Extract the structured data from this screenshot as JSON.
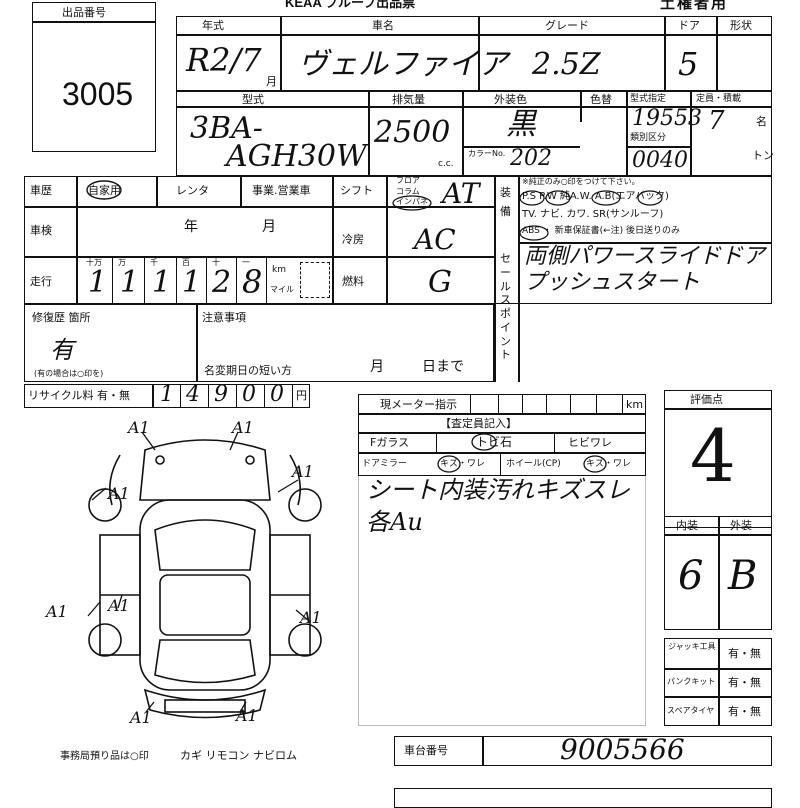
{
  "header": {
    "title": "KEAA ブループ出品票",
    "owner_label": "土権者用"
  },
  "lot": {
    "label": "出品番号",
    "number": "3005"
  },
  "vehicle": {
    "year_label": "年式",
    "year_value": "R2/7",
    "month_suffix": "月",
    "name_label": "車名",
    "name_value": "ヴェルファイア",
    "grade_label": "グレード",
    "grade_value": "2.5Z",
    "doors_label": "ドア",
    "doors_value": "5",
    "shape_label": "形状",
    "model_label": "型式",
    "model_line1": "3BA-",
    "model_line2": "AGH30W",
    "displacement_label": "排気量",
    "displacement_value": "2500",
    "cc_unit": "c.c.",
    "exterior_label": "外装色",
    "exterior_value": "黒",
    "color_no_label": "カラーNo.",
    "color_no_value": "202",
    "interior_color_label": "色替",
    "type_label": "型式指定",
    "type_value": "19553",
    "class_label": "類別区分",
    "class_value": "0040",
    "capacity_label": "定員・積載",
    "capacity_value": "7",
    "capacity_unit": "名",
    "tonnage_unit": "トン"
  },
  "history": {
    "label": "車歴",
    "options": [
      "自家用",
      "レンタ",
      "事業.営業車"
    ],
    "shaken_label": "車検",
    "shaken_year": "年",
    "shaken_month": "月",
    "mileage_label": "走行",
    "mileage_units": [
      "十万",
      "万",
      "千",
      "百",
      "十",
      "一"
    ],
    "mileage_digits": [
      "1",
      "1",
      "1",
      "1",
      "2",
      "8"
    ],
    "km_label": "km",
    "mile_label": "マイル"
  },
  "specs": {
    "shift_label": "シフト",
    "shift_options": [
      "フロア",
      "コラム",
      "インパネ"
    ],
    "shift_value": "AT",
    "ac_label": "冷房",
    "ac_value": "AC",
    "fuel_label": "燃料",
    "fuel_value": "G"
  },
  "equipment": {
    "label": "装備",
    "note": "※純正のみ○印をつけて下さい。",
    "line1": "P.S  P.W  純A.W.  A.B(エアバック)",
    "line2": "TV. ナビ. カワ. SR(サンルーフ)",
    "line3": "ABS  ・ 新車保証書(←注) 後日送りのみ"
  },
  "sales_point": {
    "label": "セールスポイント",
    "line1": "両側パワースライドドア",
    "line2": "プッシュスタート"
  },
  "repair": {
    "label": "修復歴 箇所",
    "value": "有",
    "note": "(有の場合は○印を)"
  },
  "notes": {
    "label": "注意事項",
    "change_label": "名変期日の短い方",
    "month": "月",
    "day": "日まで"
  },
  "recycle": {
    "label": "リサイクル料 有・無",
    "digits": [
      "1",
      "4",
      "9",
      "0",
      "0"
    ],
    "unit": "円"
  },
  "inspection": {
    "meter_label": "現メーター指示",
    "km_label": "km",
    "header": "【査定員記入】",
    "fglass_label": "Fガラス",
    "fglass_value": "トビ石",
    "fglass_crack": "ヒビワレ",
    "mirror_label": "ドアミラー",
    "mirror_value": "キズ・ワレ",
    "wheel_label": "ホイール(CP)",
    "wheel_value": "キズ・ワレ",
    "comment_line1": "シート内装汚れキズスレ",
    "comment_line2": "各Au"
  },
  "score": {
    "label": "評価点",
    "value": "4",
    "interior_label": "内装",
    "interior_value": "6",
    "exterior_label": "外装",
    "exterior_value": "B"
  },
  "tools": {
    "jack_label": "ジャッキ工具",
    "jack_value": "有・無",
    "puncture_label": "パンクキット",
    "puncture_value": "有・無",
    "spare_label": "スペアタイヤ",
    "spare_value": "有・無"
  },
  "office": {
    "label": "事務局預り品は○印",
    "items": "カギ  リモコン  ナビロム"
  },
  "chassis": {
    "label": "車台番号",
    "value": "9005566"
  },
  "diagram_marks": [
    "A1",
    "A1",
    "A1",
    "A1",
    "A1",
    "A1",
    "A1",
    "A1",
    "A1"
  ]
}
